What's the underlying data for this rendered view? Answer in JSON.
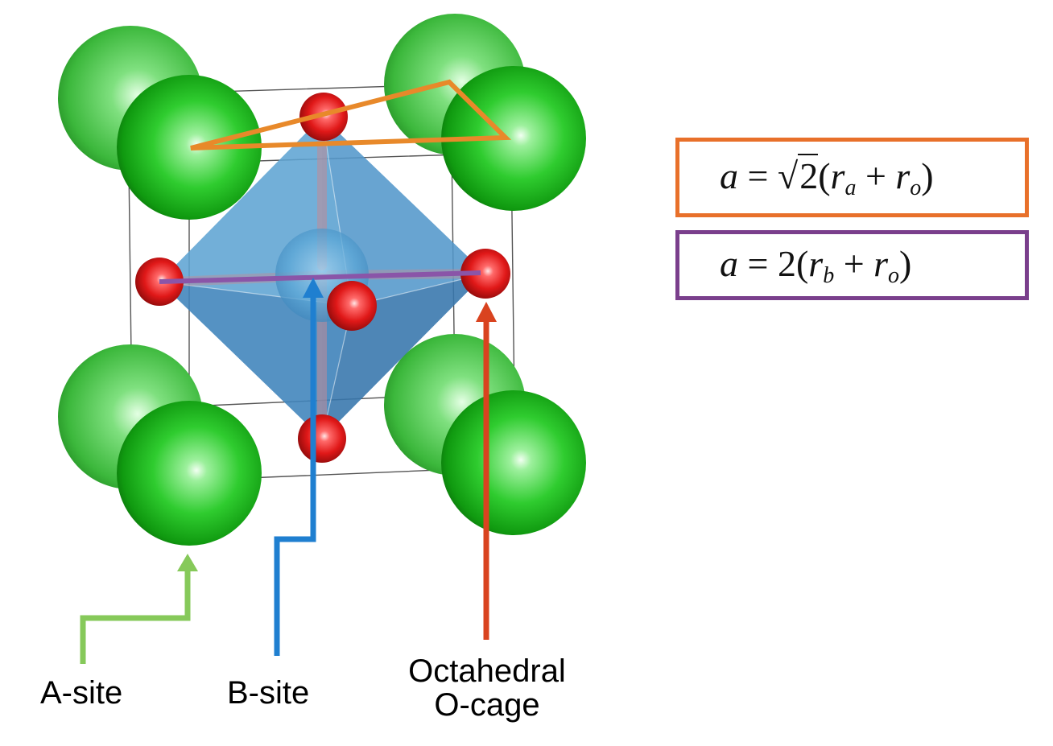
{
  "labels": {
    "a_site": "A-site",
    "b_site": "B-site",
    "o_cage_line1": "Octahedral",
    "o_cage_line2": "O-cage"
  },
  "equations": {
    "eq_a": {
      "lhs": "a",
      "equals": "=",
      "root": "2",
      "open": "(",
      "r1": "r",
      "sub1": "a",
      "plus": "+",
      "r2": "r",
      "sub2": "o",
      "close": ")",
      "border_color": "#e8702a"
    },
    "eq_b": {
      "lhs": "a",
      "equals": "=",
      "coef": "2",
      "open": "(",
      "r1": "r",
      "sub1": "b",
      "plus": "+",
      "r2": "r",
      "sub2": "o",
      "close": ")",
      "border_color": "#7a3f8c"
    }
  },
  "colors": {
    "a_site_sphere": "#2ec92e",
    "b_site_sphere": "#5aa6d6",
    "oxygen_sphere": "#e01a1a",
    "octahedron": "#4a90c8",
    "a_site_arrow": "#86c95a",
    "b_site_arrow": "#1f7fd0",
    "o_cage_arrow": "#d9431f",
    "orange_triangle": "#e8892a",
    "purple_line": "#8a55a8"
  }
}
